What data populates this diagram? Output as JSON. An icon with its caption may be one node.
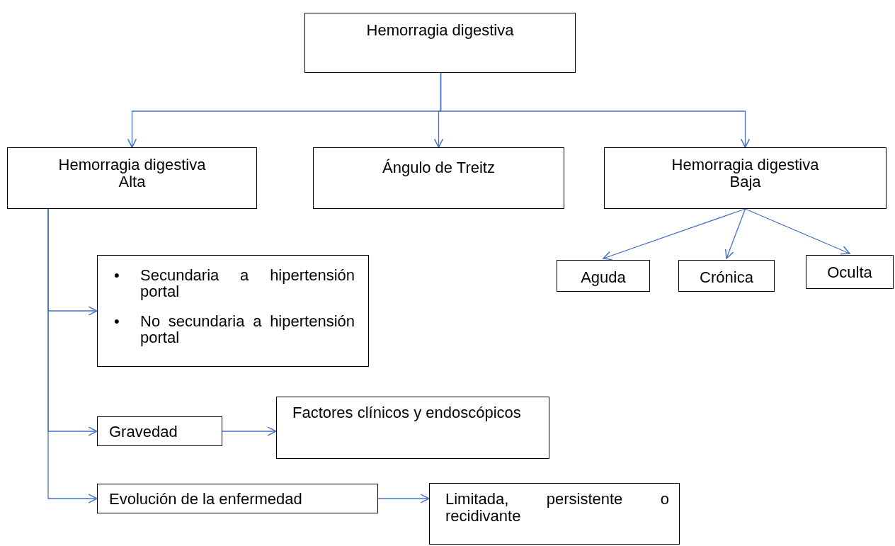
{
  "diagram": {
    "nodes": [
      {
        "text": [
          "Hemorragia digestiva"
        ]
      },
      {
        "text": [
          "Hemorragia digestiva Alta"
        ]
      },
      {
        "text": [
          "Ángulo de Treitz"
        ]
      },
      {
        "text": [
          "Hemorragia digestiva Baja"
        ]
      },
      {
        "text": [
          "Aguda"
        ]
      },
      {
        "text": [
          "Crónica"
        ]
      },
      {
        "text": [
          "Oculta"
        ]
      },
      {
        "text": [
          "•",
          "Secundaria a hipertensión portal",
          "•",
          "No secundaria a hipertensión portal"
        ]
      },
      {
        "text": [
          "Gravedad"
        ]
      },
      {
        "text": [
          "Factores clínicos y endoscópicos"
        ]
      },
      {
        "text": [
          "Evolución de la enfermedad"
        ]
      },
      {
        "text": [
          "Limitada, persistente o recidivante"
        ]
      }
    ],
    "edges": [
      {
        "from": 0,
        "to": 1,
        "arrow": "to"
      },
      {
        "from": 0,
        "to": 2,
        "arrow": "to"
      },
      {
        "from": 0,
        "to": 3,
        "arrow": "to"
      },
      {
        "from": 3,
        "to": 4,
        "arrow": "to"
      },
      {
        "from": 3,
        "to": 5,
        "arrow": "to"
      },
      {
        "from": 3,
        "to": 6,
        "arrow": "to"
      },
      {
        "from": 1,
        "to": 7,
        "arrow": "to"
      },
      {
        "from": 1,
        "to": 8,
        "arrow": "to"
      },
      {
        "from": 1,
        "to": 10,
        "arrow": "to"
      },
      {
        "from": 8,
        "to": 9,
        "arrow": "to"
      },
      {
        "from": 10,
        "to": 11,
        "arrow": "to"
      }
    ]
  }
}
